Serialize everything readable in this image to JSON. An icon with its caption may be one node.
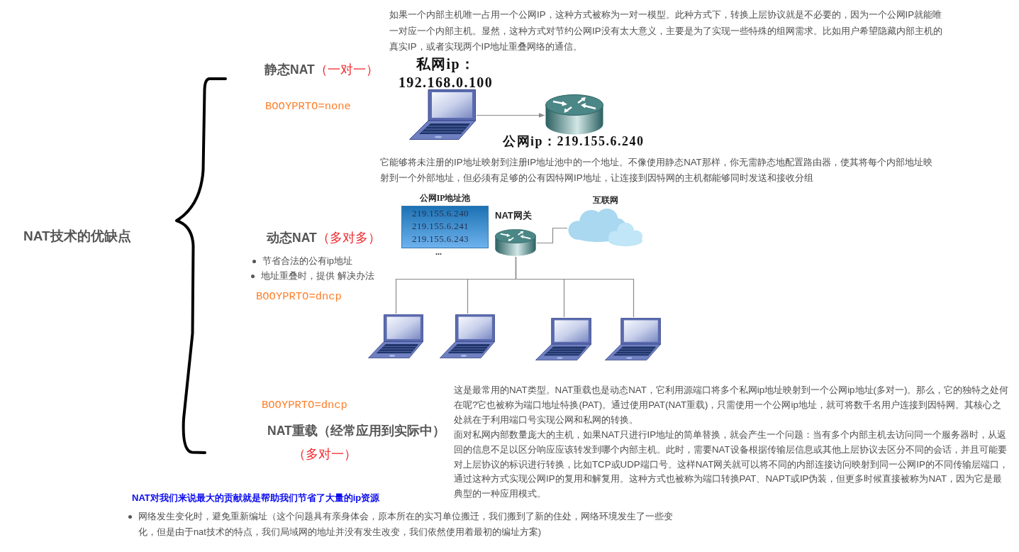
{
  "diagram": {
    "nodes": [
      {
        "text": [],
        "shape": "picture",
        "beside": [
          "私网ip：192.168.0.100"
        ]
      },
      {
        "text": [],
        "shape": "picture",
        "beside": [
          "公网ip：219.155.6.240"
        ]
      },
      {
        "text": [
          "公网IP地址池",
          "219.155.6.240",
          "219.155.6.241",
          "219.155.6.243",
          "..."
        ]
      },
      {
        "text": [
          "NAT网关"
        ]
      },
      {
        "text": [
          "互联网"
        ]
      },
      {
        "text": [],
        "shape": "picture"
      },
      {
        "text": [],
        "shape": "picture"
      },
      {
        "text": [],
        "shape": "picture"
      },
      {
        "text": [],
        "shape": "picture"
      }
    ],
    "edges": [
      {
        "from": 0,
        "to": 1,
        "arrow": "to"
      },
      {
        "from": 3,
        "to": 4,
        "arrow": "none"
      },
      {
        "from": 3,
        "to": 5,
        "arrow": "none"
      },
      {
        "from": 3,
        "to": 6,
        "arrow": "none"
      },
      {
        "from": 3,
        "to": 7,
        "arrow": "none"
      },
      {
        "from": 3,
        "to": 8,
        "arrow": "none"
      }
    ],
    "labels": [
      "如果一个内部主机唯一占用一个公网IP，这种方式被称为一对一模型。此种方式下，转换上层协议就是不必要的，因为一个公网IP就能唯一对应一个内部主机。显然，这种方式对节约公网IP没有太大意义，主要是为了实现一些特殊的组网需求。比如用户希望隐藏内部主机的真实IP，或者实现两个IP地址重叠网络的通信。",
      "静态NAT",
      "（一对一）",
      "BOOYPRTO=none",
      "它能够将未注册的IP地址映射到注册IP地址池中的一个地址。不像使用静态NAT那样，你无需静态地配置路由器，使其将每个内部地址映射到一个外部地址，但必须有足够的公有因特网IP地址，让连接到因特网的主机都能够同时发送和接收分组",
      "NAT技术的优缺点",
      "动态NAT",
      "（多对多）",
      "节省合法的公有ip地址",
      "地址重叠时，提供 解决办法",
      "BOOYPRTO=dncp",
      "这是最常用的NAT类型。NAT重载也是动态NAT，它利用源端口将多个私网ip地址映射到一个公网ip地址(多对一)。那么，它的独特之处何在呢?它也被称为端口地址特换(PAT)。通过使用PAT(NAT重载)，只需使用一个公网ip地址，就可将数千名用户连接到因特网。其核心之处就在于利用端口号实现公网和私网的转换。",
      "面对私网内部数量庞大的主机，如果NAT只进行IP地址的简单替换，就会产生一个问题：当有多个内部主机去访问同一个服务器时，从返回的信息不足以区分响应应该转发到哪个内部主机。此时，需要NAT设备根据传输层信息或其他上层协议去区分不同的会话，并且可能要对上层协议的标识进行转换，比如TCP或UDP端口号。这样NAT网关就可以将不同的内部连接访问映射到同一公网IP的不同传输层端口，通过这种方式实现公网IP的复用和解复用。这种方式也被称为端口转换PAT、NAPT或IP伪装，但更多时候直接被称为NAT，因为它是最典型的一种应用模式。",
      "BOOYPRTO=dncp",
      "NAT重载（经常应用到实际中）",
      "（多对一）",
      "NAT对我们来说最大的贡献就是帮助我们节省了大量的ip资源",
      "网络发生变化时，避免重新编址（这个问题具有亲身体会，原本所在的实习单位搬迁，我们搬到了新的住处，网络环境发生了一些变化，但是由于nat技术的特点，我们局域网的地址并没有发生改变，我们依然使用着最初的编址方案)"
    ]
  }
}
